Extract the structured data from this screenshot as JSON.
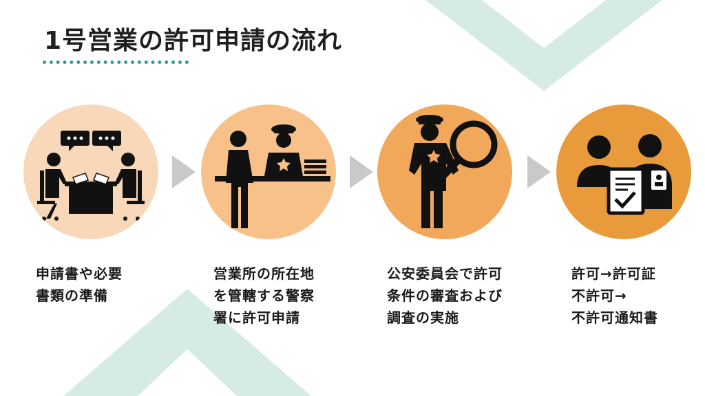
{
  "title": "1号営業の許可申請の流れ",
  "colors": {
    "circle_1": "#f8d8b8",
    "circle_2": "#f7c189",
    "circle_3": "#f1a85a",
    "circle_4": "#e99b3c",
    "accent_underline": "#2f9e88",
    "chevron_background": "#d6ebe5",
    "arrow": "#c9c9c9"
  },
  "steps": [
    {
      "icon": "meeting-icon",
      "lines": [
        "申請書や必要",
        "書類の準備"
      ]
    },
    {
      "icon": "police-counter-icon",
      "lines": [
        "営業所の所在地",
        "を管轄する警察",
        "署に許可申請"
      ]
    },
    {
      "icon": "inspector-magnifier-icon",
      "lines": [
        "公安委員会で許可",
        "条件の審査および",
        "調査の実施"
      ]
    },
    {
      "icon": "license-document-icon",
      "lines": [
        "許可→許可証",
        "不許可→",
        "不許可通知書"
      ]
    }
  ]
}
